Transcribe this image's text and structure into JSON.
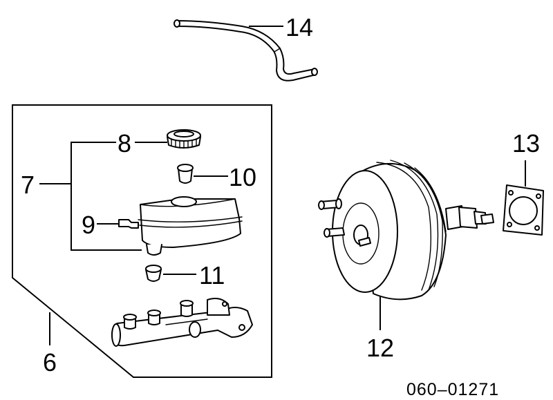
{
  "diagram": {
    "callouts": {
      "c6": "6",
      "c7": "7",
      "c8": "8",
      "c9": "9",
      "c10": "10",
      "c11": "11",
      "c12": "12",
      "c13": "13",
      "c14": "14"
    },
    "diagram_code": "060–01271"
  }
}
